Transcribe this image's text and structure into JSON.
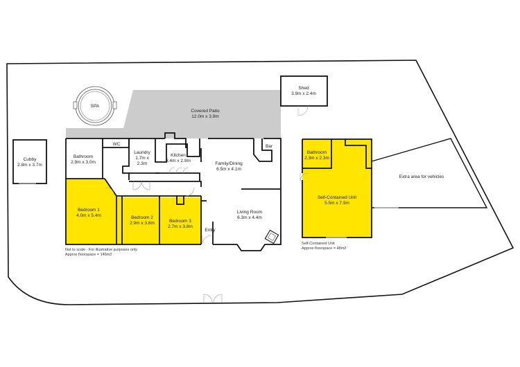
{
  "plan": {
    "colors": {
      "highlight": "#ffe500",
      "patio": "#cccccc",
      "wall": "#111111",
      "background": "#ffffff"
    },
    "outdoor": {
      "spa": {
        "label": "SPA"
      },
      "covered_patio": {
        "name": "Covered Patio",
        "size": "12.0m x 3.9m"
      },
      "shed": {
        "name": "Shed",
        "size": "3.9m x 2.4m"
      },
      "cubby": {
        "name": "Cubby",
        "size": "2.8m x 3.7m"
      },
      "vehicles": {
        "name": "Extra area for vehicles"
      }
    },
    "main_house": {
      "rooms": [
        {
          "id": "bathroom",
          "name": "Bathroom",
          "size": "2.9m x 3.0m"
        },
        {
          "id": "wc",
          "name": "WC",
          "size": ""
        },
        {
          "id": "laundry",
          "name": "Laundry",
          "size_line1": "1.7m x",
          "size_line2": "2.3m"
        },
        {
          "id": "kitchen",
          "name": "Kitchen",
          "size": "3.4m x 2.9m"
        },
        {
          "id": "family",
          "name": "Family/Dining",
          "size": "6.5m x 4.1m"
        },
        {
          "id": "bar",
          "name": "Bar",
          "size": ""
        },
        {
          "id": "bed1",
          "name": "Bedroom 1",
          "size": "4.0m x 5.4m"
        },
        {
          "id": "bed2",
          "name": "Bedroom 2",
          "size": "2.9m x 3.8m"
        },
        {
          "id": "bed3",
          "name": "Bedroom 3",
          "size": "2.7m x 3.8m"
        },
        {
          "id": "living",
          "name": "Living Room",
          "size": "6.3m x 4.4m"
        },
        {
          "id": "entry",
          "name": "Entry",
          "size": ""
        }
      ],
      "note_line1": "Not to scale - For illustrative purposes only",
      "note_line2": "Approx floorspace = 146m2"
    },
    "unit": {
      "rooms": [
        {
          "id": "unit_bath",
          "name": "Bathroom",
          "size": "2.3m x 2.3m"
        },
        {
          "id": "unit_main",
          "name": "Self-Contained Unit",
          "size": "5.5m x 7.9m"
        }
      ],
      "note_line1": "Self-Contained Unit",
      "note_line2": "Approx floorspace = 48m2"
    }
  }
}
